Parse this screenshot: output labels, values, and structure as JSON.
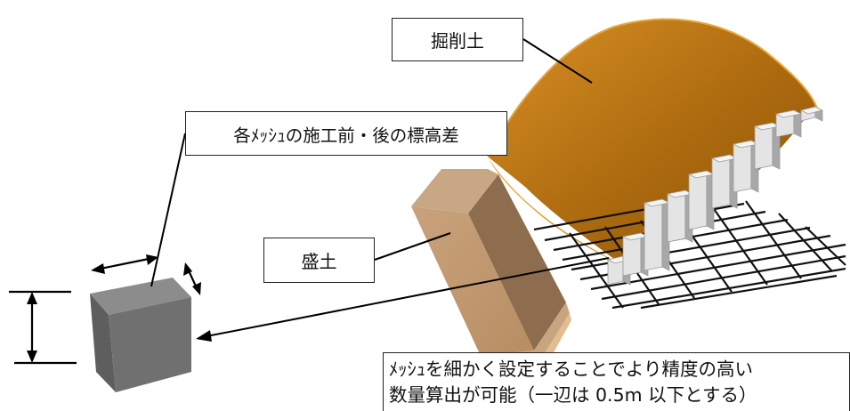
{
  "labels": {
    "cut_soil": "掘削土",
    "mesh_height_diff": "各ﾒｯｼｭの施工前・後の標高差",
    "fill_soil": "盛土"
  },
  "note": {
    "line1": "ﾒｯｼｭを細かく設定することでより精度の高い",
    "line2": "数量算出が可能（一辺は 0.5m 以下とする）"
  },
  "colors": {
    "cut_soil": "#c27a14",
    "fill_soil": "#b08a64",
    "mesh_block": "#707070",
    "grid": "#111111",
    "columns": "#d8d8d8"
  }
}
